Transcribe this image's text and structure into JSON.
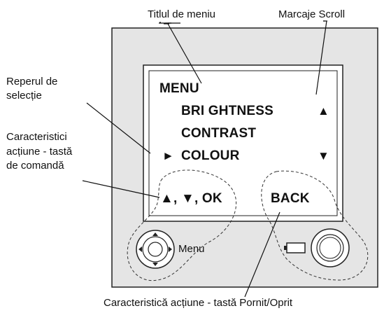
{
  "callouts": {
    "menu_title": "Titlul de meniu",
    "scroll_marks": "Marcaje Scroll",
    "selection_mark_line1": "Reperul de",
    "selection_mark_line2": "selecție",
    "command_key_line1": "Caracteristici",
    "command_key_line2": "acțiune - tastă",
    "command_key_line3": "de comandă",
    "power_key": "Caracteristică acțiune - tastă Pornit/Oprit"
  },
  "display": {
    "title": "MENU",
    "items": [
      "BRI GHTNESS",
      "CONTRAST",
      "COLOUR"
    ],
    "selected_index": 2,
    "selection_marker": "►",
    "scroll_up": "▲",
    "scroll_down": "▼",
    "softkey_left": "▲, ▼, OK",
    "softkey_right": "BACK"
  },
  "device": {
    "nav_label": "Menu"
  }
}
